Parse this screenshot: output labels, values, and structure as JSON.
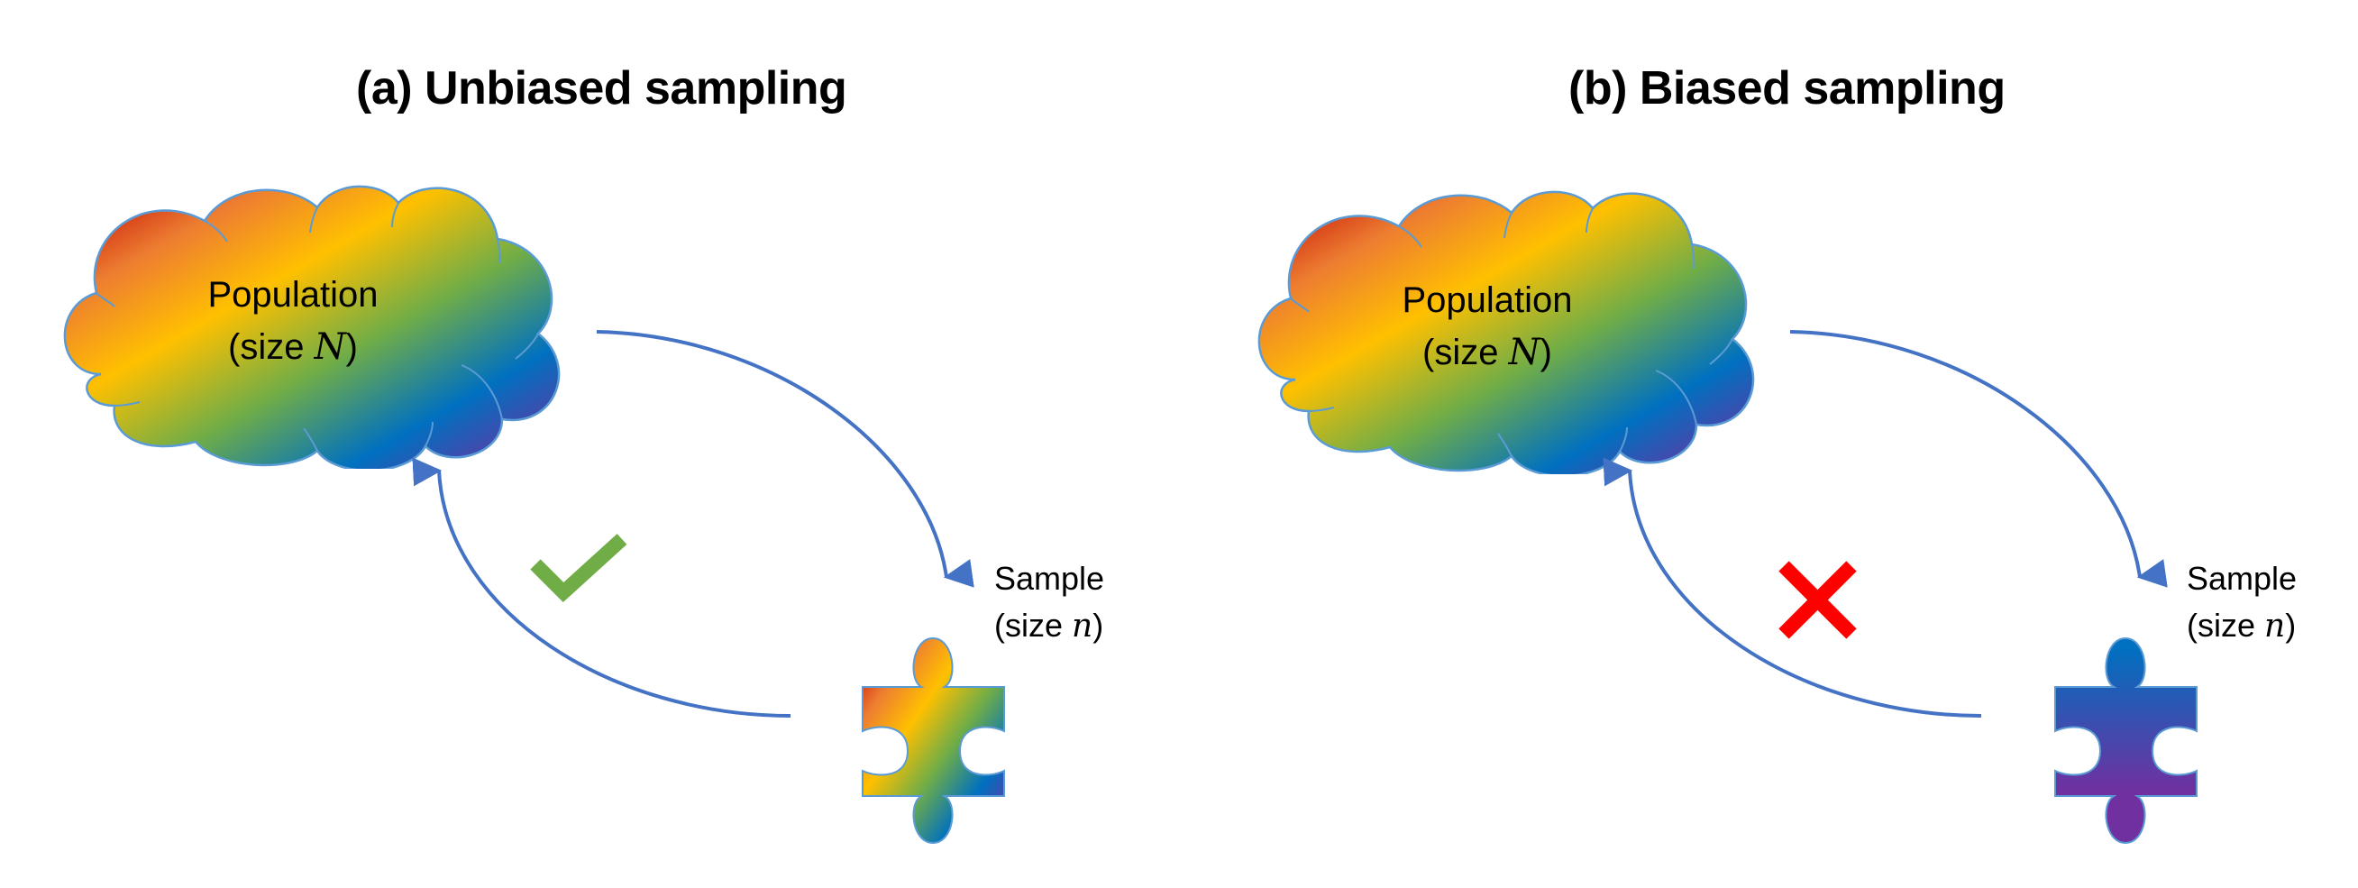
{
  "panels": [
    {
      "id": "a",
      "title": "(a) Unbiased sampling",
      "population": {
        "label": "Population",
        "size_prefix": "(size ",
        "size_var": "N",
        "size_suffix": ")"
      },
      "sample": {
        "label": "Sample",
        "size_prefix": "(size ",
        "size_var": "n",
        "size_suffix": ")"
      },
      "verdict_icon": "checkmark-icon",
      "verdict_color": "#70AD47",
      "sample_fill": "rainbow"
    },
    {
      "id": "b",
      "title": "(b) Biased sampling",
      "population": {
        "label": "Population",
        "size_prefix": "(size ",
        "size_var": "N",
        "size_suffix": ")"
      },
      "sample": {
        "label": "Sample",
        "size_prefix": "(size ",
        "size_var": "n",
        "size_suffix": ")"
      },
      "verdict_icon": "cross-icon",
      "verdict_color": "#FF0000",
      "sample_fill": "blue-purple"
    }
  ],
  "colors": {
    "arrow": "#4472C4",
    "outline": "#5B9BD5",
    "rainbow": [
      "#C00000",
      "#ED7D31",
      "#FFC000",
      "#70AD47",
      "#0070C0",
      "#7030A0"
    ],
    "blue_purple": [
      "#0070C0",
      "#7030A0"
    ]
  }
}
